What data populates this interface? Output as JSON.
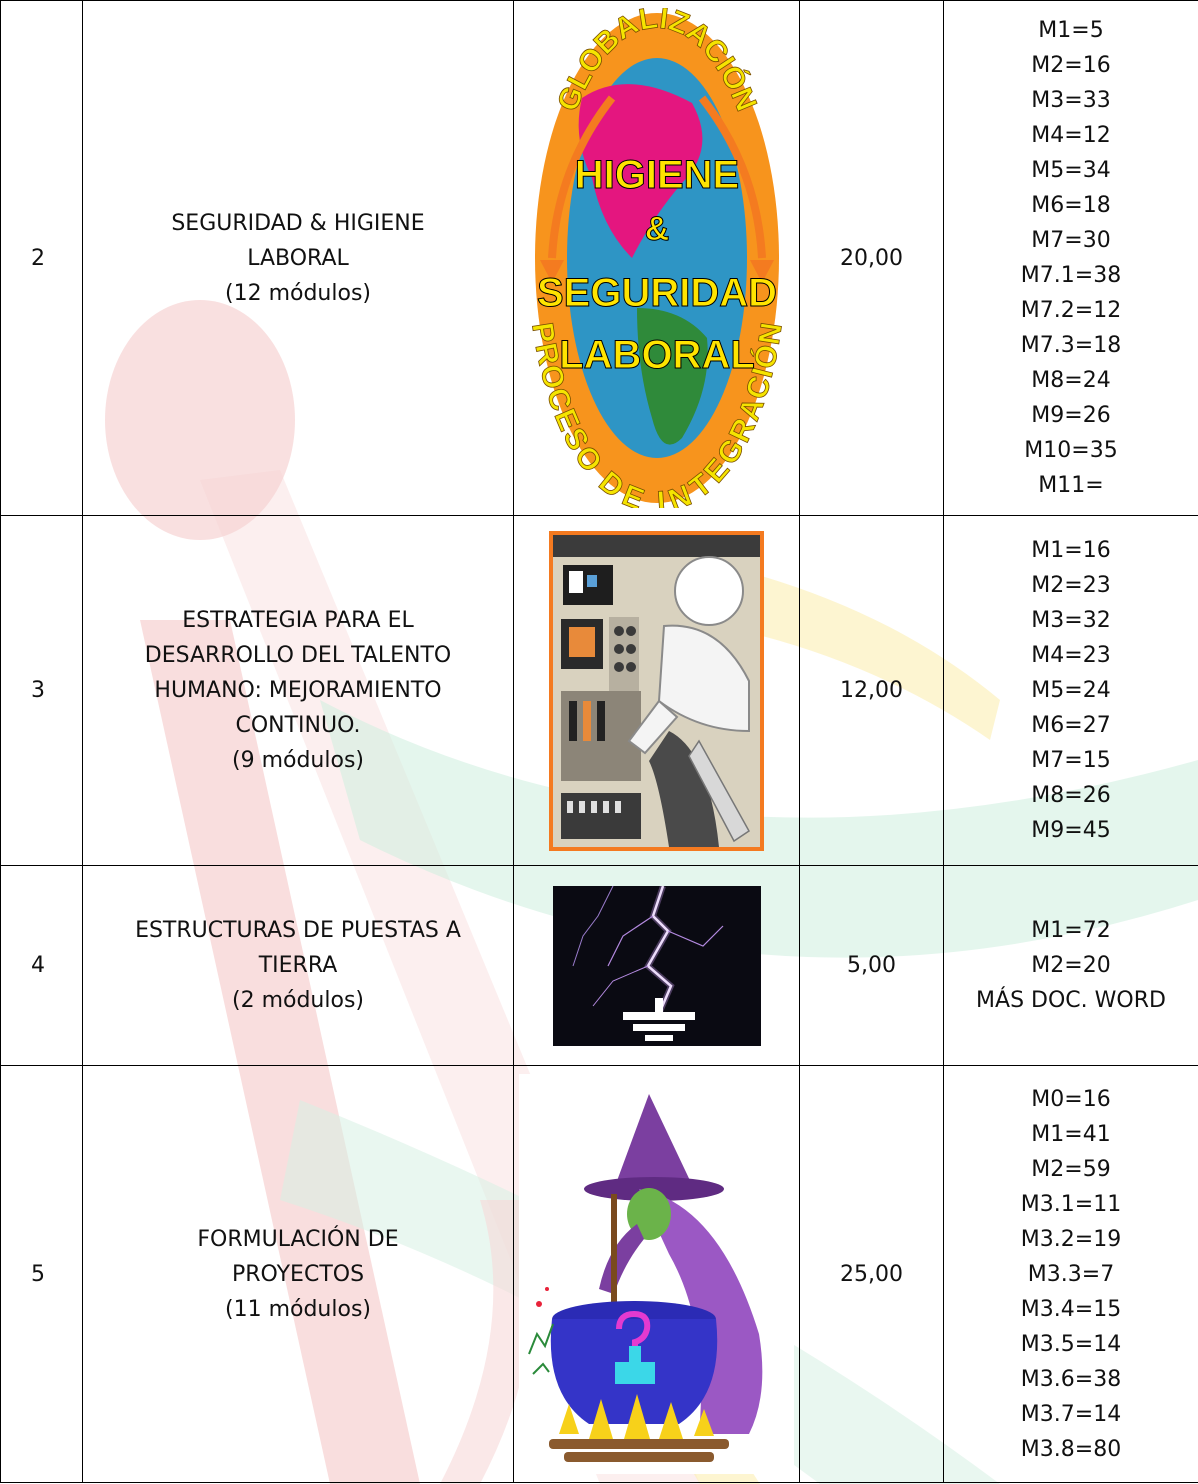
{
  "courses": [
    {
      "number": "2",
      "title_lines": [
        "SEGURIDAD & HIGIENE",
        "LABORAL",
        "(12 módulos)"
      ],
      "image": {
        "icon": "higiene-seguridad-globe-icon",
        "top_arc": "GLOBALIZACIÓN",
        "bottom_arc": "PROCESO DE INTEGRACIÓN",
        "center_lines": [
          "HIGIENE",
          "&",
          "SEGURIDAD",
          "LABORAL"
        ]
      },
      "hours": "20,00",
      "modules": [
        "M1=5",
        "M2=16",
        "M3=33",
        "M4=12",
        "M5=34",
        "M6=18",
        "M7=30",
        "M7.1=38",
        "M7.2=12",
        "M7.3=18",
        "M8=24",
        "M9=26",
        "M10=35",
        "M11="
      ]
    },
    {
      "number": "3",
      "title_lines": [
        "ESTRATEGIA PARA EL",
        "DESARROLLO DEL TALENTO",
        "HUMANO: MEJORAMIENTO",
        "CONTINUO.",
        "(9 módulos)"
      ],
      "image": {
        "icon": "control-panel-operator-icon"
      },
      "hours": "12,00",
      "modules": [
        "M1=16",
        "M2=23",
        "M3=32",
        "M4=23",
        "M5=24",
        "M6=27",
        "M7=15",
        "M8=26",
        "M9=45"
      ]
    },
    {
      "number": "4",
      "title_lines": [
        "ESTRUCTURAS DE PUESTAS A",
        "TIERRA",
        "(2 módulos)"
      ],
      "image": {
        "icon": "lightning-ground-icon"
      },
      "hours": "5,00",
      "modules": [
        "M1=72",
        "M2=20",
        "MÁS DOC. WORD"
      ]
    },
    {
      "number": "5",
      "title_lines": [
        "FORMULACIÓN DE",
        "PROYECTOS",
        "(11 módulos)"
      ],
      "image": {
        "icon": "witch-cauldron-icon"
      },
      "hours": "25,00",
      "modules": [
        "M0=16",
        "M1=41",
        "M2=59",
        "M3.1=11",
        "M3.2=19",
        "M3.3=7",
        "M3.4=15",
        "M3.5=14",
        "M3.6=38",
        "M3.7=14",
        "M3.8=80"
      ]
    }
  ]
}
